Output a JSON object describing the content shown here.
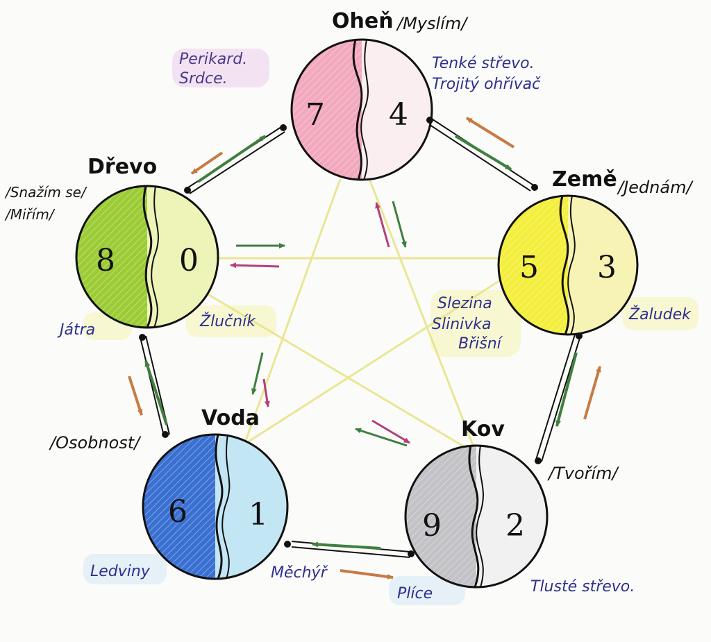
{
  "colors": {
    "ink": "#111111",
    "organ_text": "#2f2f8f",
    "generating_arrow": "#3f7f3f",
    "reverse_arrow": "#c77a42",
    "control_arrow": "#b3407a",
    "star_line": "#e9e48a",
    "fire_yin": "#f2a9be",
    "fire_yang": "#fbeef0",
    "earth_yin": "#f4ee3c",
    "earth_yang": "#f7f3b4",
    "metal_yin": "#c3c3c7",
    "metal_yang": "#f1f1f2",
    "water_yin": "#3a70d2",
    "water_yang": "#c3e6f4",
    "wood_yin": "#9ccc35",
    "wood_yang": "#eef4b8"
  },
  "elements": {
    "fire": {
      "name": "Oheň",
      "note": "/Myslím/",
      "left_number": "7",
      "right_number": "4",
      "organ_left": [
        "Perikard.",
        "Srdce."
      ],
      "organ_right": [
        "Tenké střevo.",
        "Trojitý ohřívač"
      ]
    },
    "earth": {
      "name": "Země",
      "note": "/Jednám/",
      "left_number": "5",
      "right_number": "3",
      "organ_left": [
        "Slezina",
        "Slinivka",
        "Břišní"
      ],
      "organ_right": [
        "Žaludek"
      ]
    },
    "metal": {
      "name": "Kov",
      "note": "/Tvořím/",
      "left_number": "9",
      "right_number": "2",
      "organ_left": [
        "Plíce"
      ],
      "organ_right": [
        "Tlusté střevo."
      ]
    },
    "water": {
      "name": "Voda",
      "note": "/Osobnost/",
      "left_number": "6",
      "right_number": "1",
      "organ_left": [
        "Ledviny"
      ],
      "organ_right": [
        "Měchýř"
      ]
    },
    "wood": {
      "name": "Dřevo",
      "note": [
        "/Snažím se/",
        "/Miřím/"
      ],
      "left_number": "8",
      "right_number": "0",
      "organ_left": [
        "Játra"
      ],
      "organ_right": [
        "Žlučník"
      ]
    }
  }
}
